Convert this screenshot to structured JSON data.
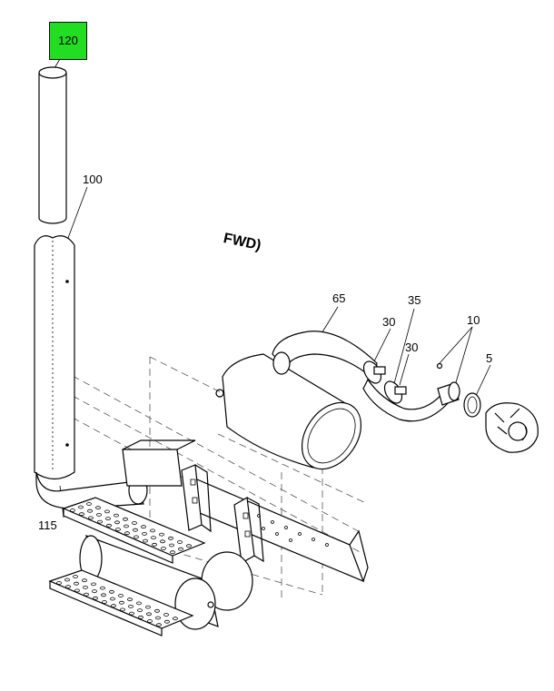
{
  "direction_label": "FWD",
  "callouts": [
    {
      "id": "120",
      "label": "120",
      "highlighted": true
    },
    {
      "id": "100",
      "label": "100"
    },
    {
      "id": "65",
      "label": "65"
    },
    {
      "id": "35",
      "label": "35"
    },
    {
      "id": "30a",
      "label": "30"
    },
    {
      "id": "30b",
      "label": "30"
    },
    {
      "id": "10",
      "label": "10"
    },
    {
      "id": "5",
      "label": "5"
    },
    {
      "id": "115",
      "label": "115"
    }
  ],
  "colors": {
    "highlight": "#22dd22",
    "line": "#000000"
  }
}
